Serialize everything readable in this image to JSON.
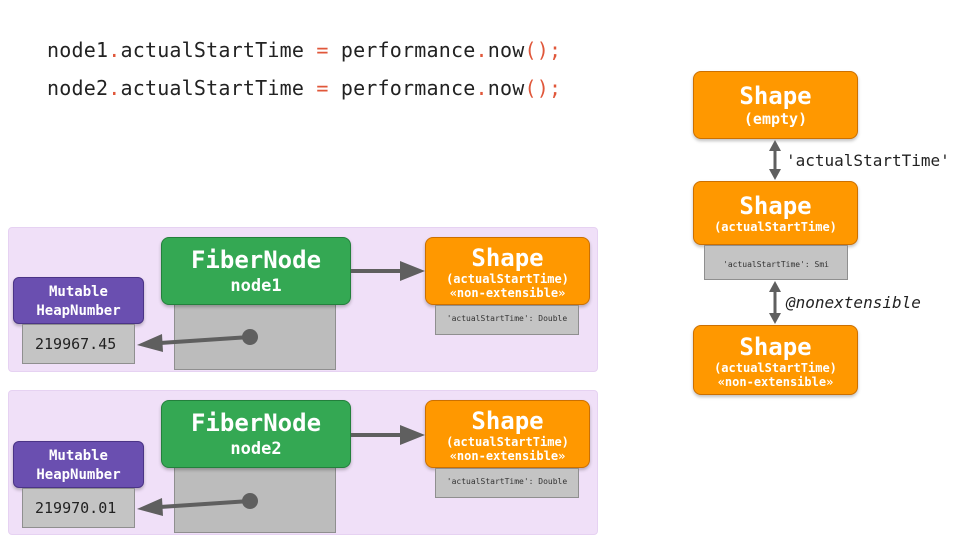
{
  "code": {
    "line1": {
      "obj": "node1",
      "dot1": ".",
      "prop": "actualStartTime",
      "eq": " = ",
      "callee": "performance",
      "dot2": ".",
      "method": "now",
      "parens": "();"
    },
    "line2": {
      "obj": "node2",
      "dot1": ".",
      "prop": "actualStartTime",
      "eq": " = ",
      "callee": "performance",
      "dot2": ".",
      "method": "now",
      "parens": "();"
    }
  },
  "rows": [
    {
      "fiber_title": "FiberNode",
      "fiber_name": "node1",
      "heap_line1": "Mutable",
      "heap_line2": "HeapNumber",
      "heap_value": "219967.45",
      "shape_title": "Shape",
      "shape_sub1": "(actualStartTime)",
      "shape_sub2": "«non-extensible»",
      "shape_field": "'actualStartTime': Double"
    },
    {
      "fiber_title": "FiberNode",
      "fiber_name": "node2",
      "heap_line1": "Mutable",
      "heap_line2": "HeapNumber",
      "heap_value": "219970.01",
      "shape_title": "Shape",
      "shape_sub1": "(actualStartTime)",
      "shape_sub2": "«non-extensible»",
      "shape_field": "'actualStartTime': Double"
    }
  ],
  "chain": {
    "shape_empty": {
      "title": "Shape",
      "sub": "(empty)"
    },
    "transition1": "'actualStartTime'",
    "shape_mid": {
      "title": "Shape",
      "sub": "(actualStartTime)",
      "field": "'actualStartTime': Smi"
    },
    "transition2": "@nonextensible",
    "shape_final": {
      "title": "Shape",
      "sub1": "(actualStartTime)",
      "sub2": "«non-extensible»"
    }
  },
  "colors": {
    "fiber_green": "#34a853",
    "shape_orange": "#ff9800",
    "heap_purple": "#6a4fb0",
    "panel_lavender": "#f0e0f8",
    "arrow_grey": "#5f5f5f",
    "code_punct": "#e0573a"
  }
}
